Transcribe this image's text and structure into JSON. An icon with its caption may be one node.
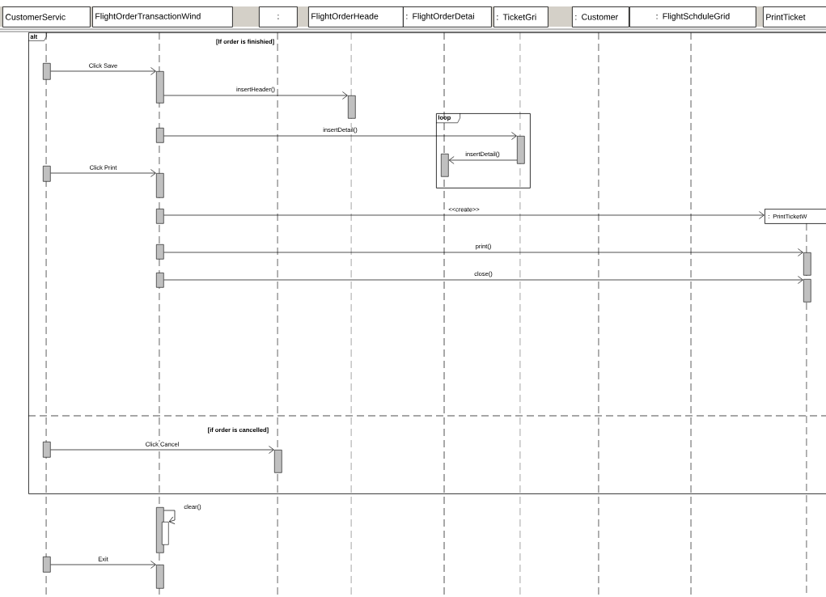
{
  "diagram": {
    "nodes": [
      {
        "text": [
          "CustomerServic"
        ]
      },
      {
        "text": [
          "FlightOrderTransactionWind"
        ]
      },
      {
        "text": [
          ":"
        ]
      },
      {
        "text": [
          "FlightOrderHeade"
        ]
      },
      {
        "text": [
          ": FlightOrderDetai"
        ]
      },
      {
        "text": [
          ": TicketGri"
        ]
      },
      {
        "text": [
          ": Customer"
        ]
      },
      {
        "text": [
          ": FlightSchduleGrid"
        ]
      },
      {
        "text": [
          "PrintTicket"
        ]
      },
      {
        "text": [
          "alt"
        ]
      },
      {
        "text": [],
        "shape": "bar",
        "in": 9
      },
      {
        "text": [],
        "shape": "bar",
        "in": 9
      },
      {
        "text": [],
        "shape": "bar",
        "in": 9
      },
      {
        "text": [
          "loop"
        ],
        "in": 9
      },
      {
        "text": [],
        "shape": "bar",
        "in": 9
      },
      {
        "text": [],
        "shape": "bar",
        "in": 13
      },
      {
        "text": [],
        "shape": "bar",
        "in": 13
      },
      {
        "text": [],
        "shape": "bar",
        "in": 9
      },
      {
        "text": [],
        "shape": "bar",
        "in": 9
      },
      {
        "text": [],
        "shape": "bar",
        "in": 9
      },
      {
        "text": [
          ": PrintTicketW"
        ],
        "in": 9
      },
      {
        "text": [],
        "shape": "bar",
        "in": 9
      },
      {
        "text": [],
        "shape": "bar",
        "in": 9
      },
      {
        "text": [],
        "shape": "bar",
        "in": 9
      },
      {
        "text": [],
        "shape": "bar",
        "in": 9
      },
      {
        "text": [],
        "shape": "bar",
        "in": 9
      },
      {
        "text": [],
        "shape": "bar",
        "in": 9
      },
      {
        "text": [],
        "shape": "bar"
      },
      {
        "text": [],
        "shape": "bar"
      },
      {
        "text": [],
        "shape": "bar"
      },
      {
        "text": [],
        "shape": "bar"
      }
    ],
    "edges": [
      {
        "from": 10,
        "to": 11,
        "arrow": "to",
        "label": "Click Save"
      },
      {
        "from": 11,
        "to": 12,
        "arrow": "to",
        "label": "insertHeader()"
      },
      {
        "from": 14,
        "to": 15,
        "arrow": "to",
        "label": "insertDetail()"
      },
      {
        "from": 15,
        "to": 16,
        "arrow": "to",
        "label": "insertDetail()"
      },
      {
        "from": 17,
        "to": 18,
        "arrow": "to",
        "label": "Click Print"
      },
      {
        "from": 19,
        "to": 20,
        "arrow": "to",
        "label": "<<create>>"
      },
      {
        "from": 21,
        "to": 22,
        "arrow": "to",
        "label": "print()"
      },
      {
        "from": 23,
        "to": 24,
        "arrow": "to",
        "label": "close()"
      },
      {
        "from": 25,
        "to": 26,
        "arrow": "to",
        "label": "Click Cancel"
      },
      {
        "from": 27,
        "to": 28,
        "arrow": "to",
        "label": "clear()"
      },
      {
        "from": 29,
        "to": 30,
        "arrow": "to",
        "label": "Exit"
      }
    ],
    "labels": [
      "[If order is finishied]",
      "[if order is cancelled]"
    ]
  }
}
